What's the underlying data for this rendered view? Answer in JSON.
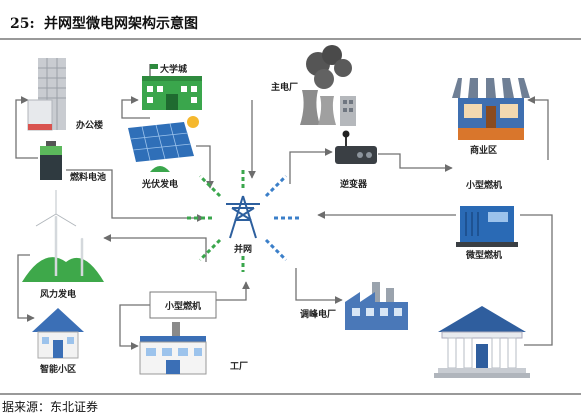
{
  "figure": {
    "number": "25:",
    "title": "并网型微电网架构示意图",
    "source": "据来源：东北证券"
  },
  "nodes": {
    "hub": "并网",
    "office": "办公楼",
    "university": "大学城",
    "solar": "光伏发电",
    "fuel_cell": "燃料电池",
    "wind": "风力发电",
    "community": "智能小区",
    "small_turbine_box": "小型燃机",
    "factory": "工厂",
    "main_plant": "主电厂",
    "inverter": "逆变器",
    "commercial": "商业区",
    "small_turbine_right": "小型燃机",
    "micro_turbine": "微型燃机",
    "peak_plant": "调峰电厂"
  },
  "icons": {
    "hub": "transmission-tower-icon",
    "office": "office-building-icon",
    "university": "university-building-icon",
    "solar": "solar-panel-icon",
    "fuel_cell": "fuel-cell-icon",
    "wind": "wind-turbine-icon",
    "community": "house-icon",
    "factory": "factory-icon",
    "main_plant": "power-plant-icon",
    "inverter": "inverter-icon",
    "commercial": "shop-icon",
    "micro_turbine": "generator-icon",
    "peak_plant": "peak-plant-icon",
    "bank": "bank-building-icon"
  }
}
